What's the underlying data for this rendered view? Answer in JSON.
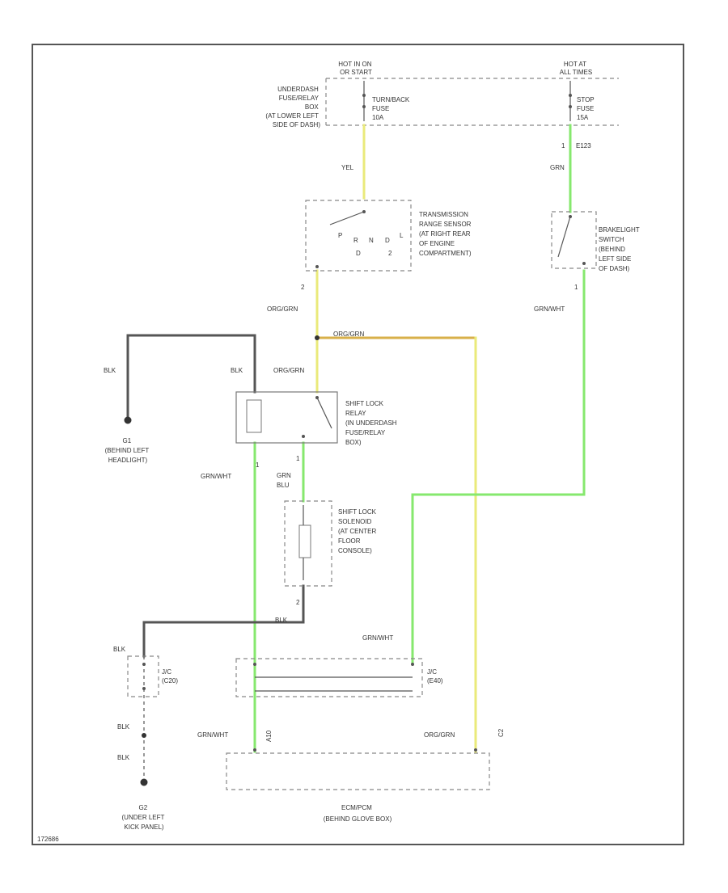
{
  "colors": {
    "green": "#86e86e",
    "yellow": "#eaea7a",
    "orange": "#d8b04a",
    "black": "#555555",
    "border": "#555555"
  },
  "header": {
    "hot_in_on": [
      "HOT IN ON",
      "OR START"
    ],
    "hot_at_all": [
      "HOT AT",
      "ALL TIMES"
    ]
  },
  "components": {
    "fuse_box": [
      "UNDERDASH",
      "FUSE/RELAY",
      "BOX",
      "(AT LOWER LEFT",
      "SIDE OF DASH)"
    ],
    "turn_fuse": [
      "TURN/BACK",
      "FUSE",
      "10A"
    ],
    "stop_fuse": [
      "STOP",
      "FUSE",
      "15A"
    ],
    "trs": [
      "TRANSMISSION",
      "RANGE SENSOR",
      "(AT RIGHT REAR",
      "OF ENGINE",
      "COMPARTMENT)"
    ],
    "trs_positions": [
      "P",
      "R",
      "N",
      "D",
      "L",
      "D",
      "2"
    ],
    "brake_switch": [
      "BRAKELIGHT",
      "SWITCH",
      "(BEHIND",
      "LEFT SIDE",
      "OF DASH)"
    ],
    "relay": [
      "SHIFT LOCK",
      "RELAY",
      "(IN UNDERDASH",
      "FUSE/RELAY",
      "BOX)"
    ],
    "solenoid": [
      "SHIFT LOCK",
      "SOLENOID",
      "(AT CENTER",
      "FLOOR",
      "CONSOLE)"
    ],
    "g_left": [
      "G1",
      "(BEHIND LEFT",
      "HEADLIGHT)"
    ],
    "g_kick": [
      "G2",
      "(UNDER LEFT",
      "KICK PANEL)"
    ],
    "jc_left": [
      "J/C",
      "(C20)"
    ],
    "jc_right": [
      "J/C",
      "(E40)"
    ],
    "ecm": [
      "ECM/PCM",
      "(BEHIND GLOVE BOX)"
    ]
  },
  "wire_labels": {
    "yel": "YEL",
    "grn": "GRN",
    "org_grn": "ORG/GRN",
    "org_grn_branch": "ORG/GRN",
    "grn_wht": "GRN/WHT",
    "blk": "BLK",
    "grn_blu": [
      "GRN",
      "BLU"
    ]
  },
  "pins": {
    "stop_pin": "1",
    "stop_conn": "E123",
    "brake_out": "1",
    "trs_out": "2",
    "relay_out": "1",
    "sol_in": "1",
    "sol_out": "2",
    "ecm_left": "A10",
    "ecm_right": "C2"
  },
  "figure_id": "172686"
}
